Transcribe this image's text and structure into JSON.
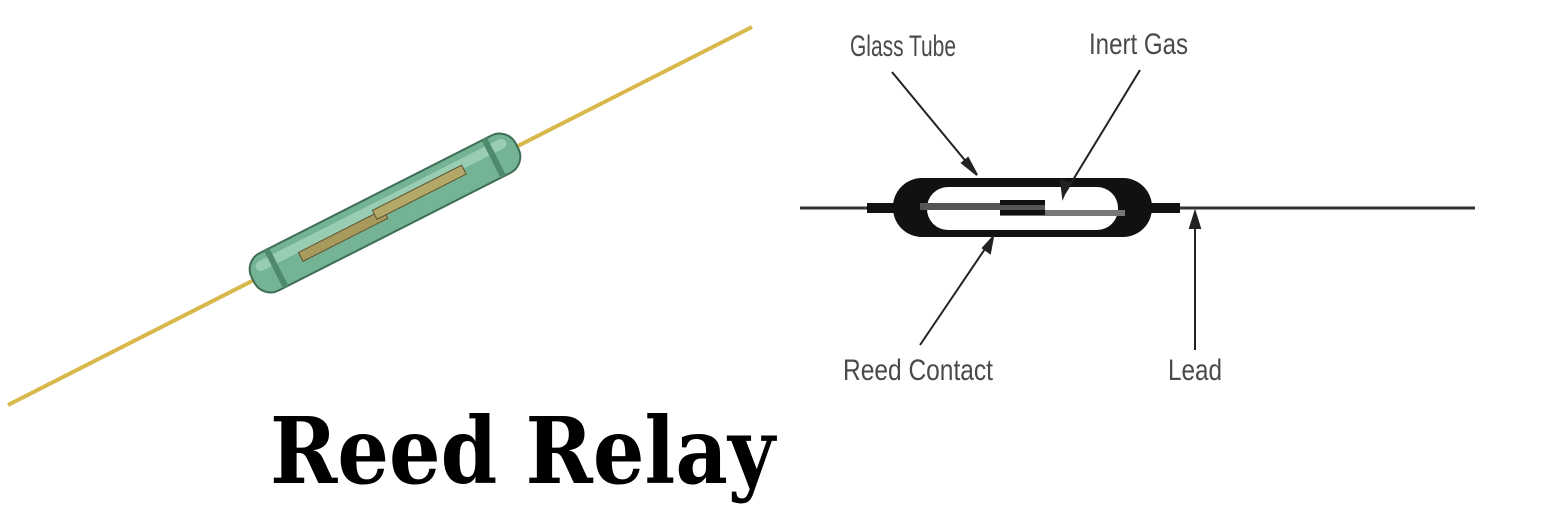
{
  "title": "Reed Relay",
  "diagram": {
    "labels": {
      "glass_tube": "Glass Tube",
      "inert_gas": "Inert Gas",
      "reed_contact": "Reed Contact",
      "lead": "Lead"
    }
  },
  "colors": {
    "wire": "#d8b84a",
    "glass": "#6fae8e",
    "ink": "#111111"
  }
}
